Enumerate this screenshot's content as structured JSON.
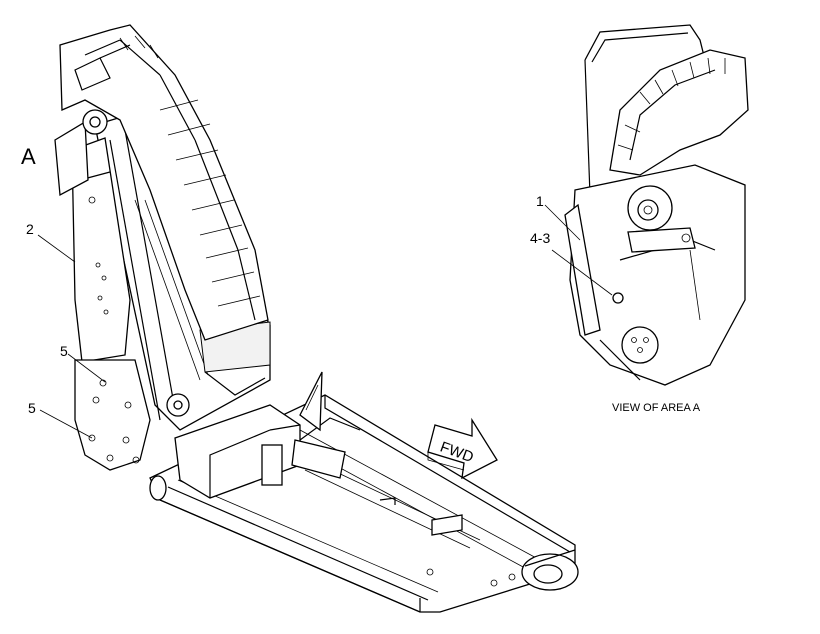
{
  "labels": {
    "area_letter": "A",
    "callout_1": "1",
    "callout_2": "2",
    "callout_4_3": "4-3",
    "callout_5_upper": "5",
    "callout_5_lower": "5",
    "view_caption": "VIEW OF AREA A",
    "direction_arrow": "FWD"
  }
}
